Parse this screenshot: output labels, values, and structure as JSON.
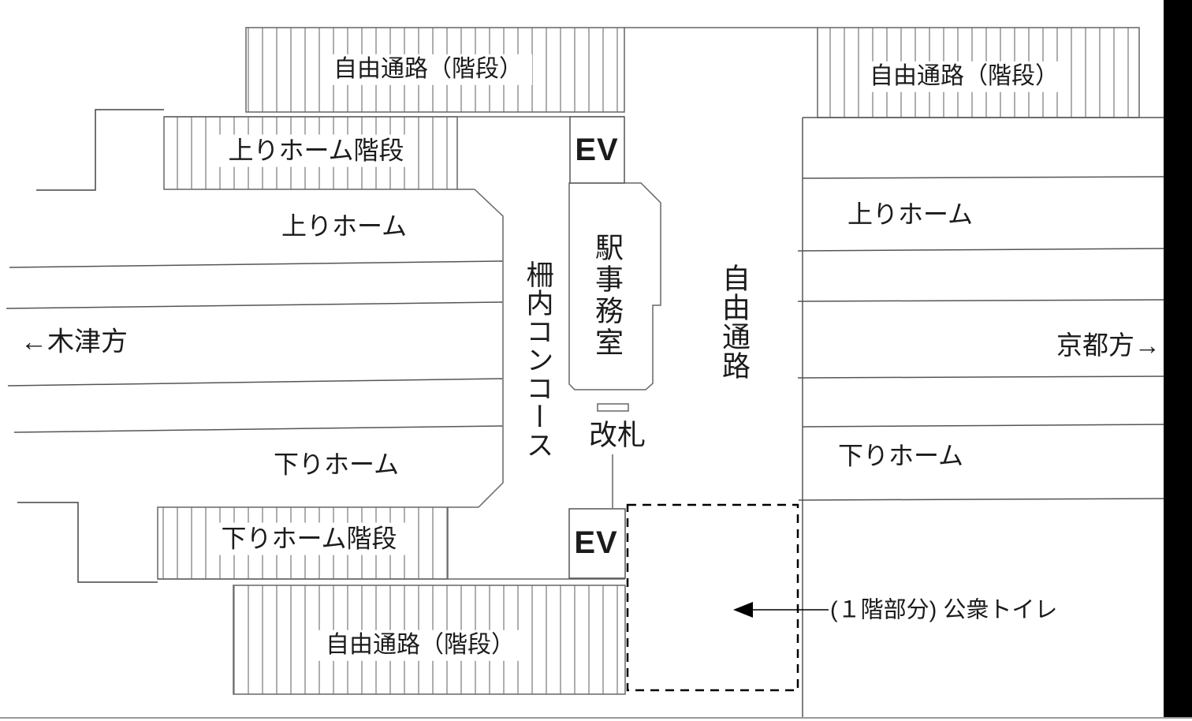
{
  "colors": {
    "outline": "#666666",
    "track_line": "#555555",
    "annotation": "#000000",
    "right_edge_band": "#000000"
  },
  "labels": {
    "stairs_top_left": "自由通路（階段）",
    "stairs_top_right": "自由通路（階段）",
    "stairs_bottom": "自由通路（階段）",
    "up_platform_stairs": "上りホーム階段",
    "down_platform_stairs": "下りホーム階段",
    "up_platform_left": "上りホーム",
    "up_platform_right": "上りホーム",
    "down_platform_left": "下りホーム",
    "down_platform_right": "下りホーム",
    "elevator_top": "EV",
    "elevator_bottom": "EV",
    "station_office": "駅事務室",
    "paid_concourse": "柵内コンコース",
    "free_passage": "自由通路",
    "ticket_gate": "改札",
    "direction_left": "←木津方",
    "direction_right": "京都方→",
    "toilet_note": "(１階部分) 公衆トイレ"
  }
}
